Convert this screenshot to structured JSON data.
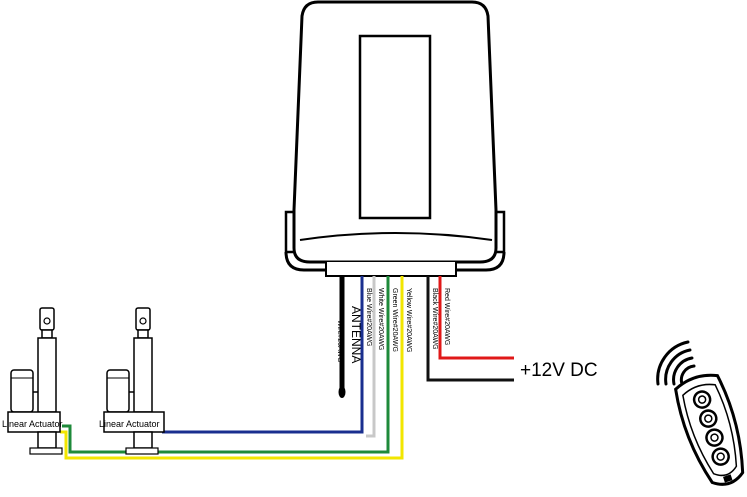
{
  "antenna": {
    "label": "ANTENNA",
    "sublabel": "Wire#20AWG"
  },
  "wires": [
    {
      "label": "Blue Wire#20AWG",
      "color": "#1a2f8f"
    },
    {
      "label": "White Wire#20AWG",
      "color": "#c8c8c8"
    },
    {
      "label": "Green Wire#20AWG",
      "color": "#1e8a3a"
    },
    {
      "label": "Yellow Wire#20AWG",
      "color": "#f2e600"
    },
    {
      "label": "Black Wire#20AWG",
      "color": "#111111"
    },
    {
      "label": "Red Wire#20AWG",
      "color": "#e01818"
    }
  ],
  "actuators": [
    {
      "label": "Linear Actuator"
    },
    {
      "label": "Linear Actuator"
    }
  ],
  "power": {
    "label": "+12V DC"
  },
  "remote": {
    "buttons": 4,
    "icon": "remote-control-icon",
    "signal_icon": "wireless-signal-icon"
  }
}
